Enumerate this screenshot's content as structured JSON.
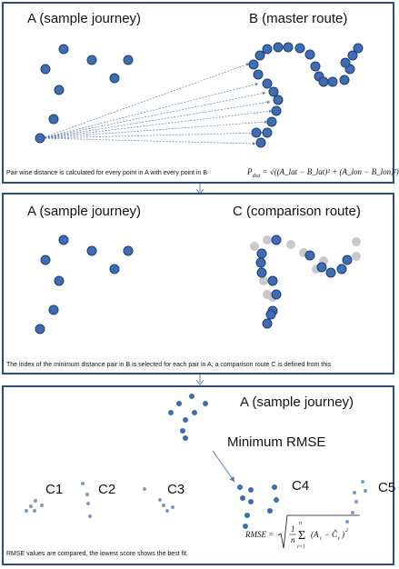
{
  "colors": {
    "dot_fill": "#3e6db3",
    "dot_stroke": "#1f3f73",
    "grey_dot": "#c8c8cc",
    "panel_border": "#2c4e7d",
    "connector": "#5b7fb4"
  },
  "panel1": {
    "label_a": "A (sample journey)",
    "label_b": "B (master route)",
    "caption": "Pair wise distance is calculated for every point in A with every point in B",
    "formula": {
      "lhs": "P",
      "lhs_sub": "dist",
      "eq": " = ",
      "rhs": "√((A_lat − B_lat)² + (A_lon − B_lon)²)"
    }
  },
  "panel2": {
    "label_a": "A (sample journey)",
    "label_c": "C (comparison route)",
    "caption": "The index of the minimum distance pair in B is selected for each pair in A; a comparison route C is defined from this"
  },
  "panel3": {
    "label_a": "A (sample journey)",
    "label_min": "Minimum RMSE",
    "labels_c": [
      "C1",
      "C2",
      "C3",
      "C4",
      "C5"
    ],
    "caption": "RMSE values are compared, the lowest score shows the best fit.",
    "formula": "RMSE = √( (1/n) Σ_{i=1}^{n} (A_i − Ĉ_i)² )"
  }
}
